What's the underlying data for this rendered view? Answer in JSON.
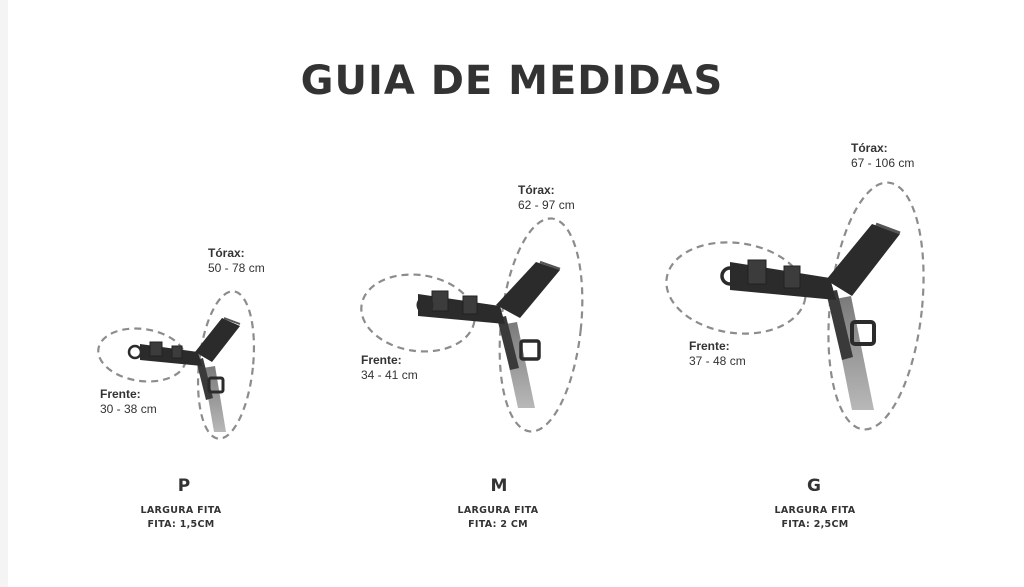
{
  "title": "GUIA DE MEDIDAS",
  "colors": {
    "text": "#333333",
    "strap_dark": "#2b2b2b",
    "strap_light": "#9e9e9e",
    "dashed_outline": "#8c8c8c"
  },
  "sizes": [
    {
      "size": "P",
      "torax_label": "Tórax:",
      "torax_range": "50 - 78 cm",
      "frente_label": "Frente:",
      "frente_range": "30 - 38 cm",
      "fita_line1": "LARGURA FITA",
      "fita_line2": "FITA: 1,5CM"
    },
    {
      "size": "M",
      "torax_label": "Tórax:",
      "torax_range": "62 - 97 cm",
      "frente_label": "Frente:",
      "frente_range": "34 - 41 cm",
      "fita_line1": "LARGURA FITA",
      "fita_line2": "FITA: 2 CM"
    },
    {
      "size": "G",
      "torax_label": "Tórax:",
      "torax_range": "67 - 106 cm",
      "frente_label": "Frente:",
      "frente_range": "37 - 48 cm",
      "fita_line1": "LARGURA FITA",
      "fita_line2": "FITA: 2,5CM"
    }
  ]
}
